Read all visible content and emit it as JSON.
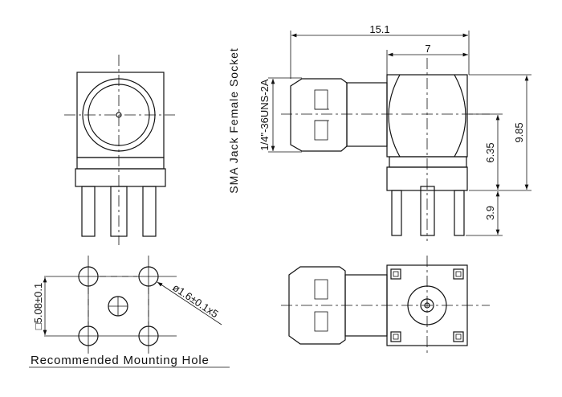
{
  "title": "SMA Jack Female Socket",
  "thread_label": "1/4\"-36UNS-2A",
  "dimensions": {
    "overall_length": "15.1",
    "body_width": "7",
    "total_height": "9.85",
    "center_height": "6.35",
    "pin_length": "3.9",
    "hole_spacing": "□5.08±0.1",
    "hole_diameter": "ø1.6±0.1x5"
  },
  "mounting_caption": "Recommended Mounting Hole"
}
